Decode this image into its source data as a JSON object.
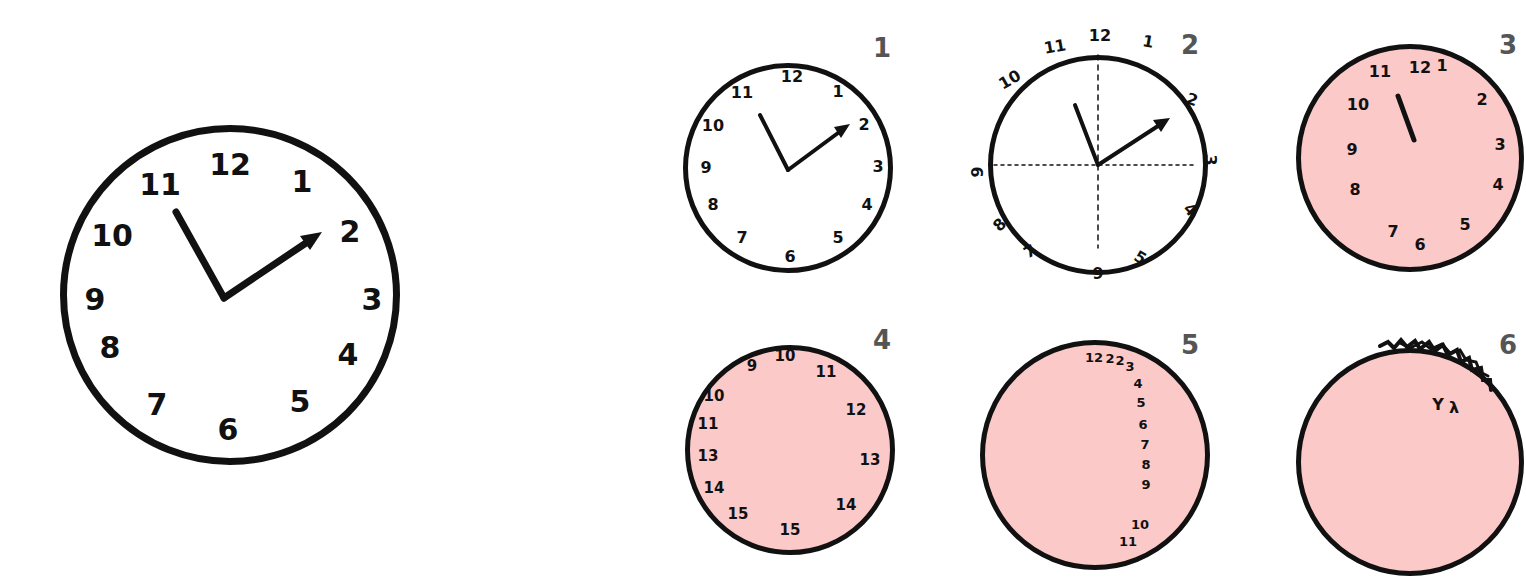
{
  "diagram": {
    "nodes": [
      {
        "text": [
          "12",
          "1",
          "2",
          "3",
          "4",
          "5",
          "6",
          "7",
          "8",
          "9",
          "10",
          "11"
        ]
      },
      {
        "text": [
          "12",
          "1",
          "2",
          "3",
          "4",
          "5",
          "6",
          "7",
          "8",
          "9",
          "10",
          "11"
        ]
      },
      {
        "text": [
          "11",
          "12",
          "1",
          "2",
          "3",
          "4",
          "5",
          "6",
          "7",
          "8",
          "9",
          "10"
        ]
      },
      {
        "text": [
          "11",
          "12",
          "1",
          "2",
          "3",
          "4",
          "5",
          "6",
          "7",
          "8",
          "9",
          "10"
        ]
      },
      {
        "text": [
          "9",
          "10",
          "11",
          "12",
          "13",
          "14",
          "15",
          "15",
          "14",
          "13",
          "11",
          "10"
        ]
      },
      {
        "text": [
          "12",
          "2",
          "2",
          "3",
          "4",
          "5",
          "6",
          "7",
          "8",
          "9",
          "10",
          "11"
        ]
      },
      {
        "text": [
          "Y",
          "λ"
        ]
      }
    ],
    "labels": [
      "1",
      "2",
      "3",
      "4",
      "5",
      "6"
    ]
  }
}
